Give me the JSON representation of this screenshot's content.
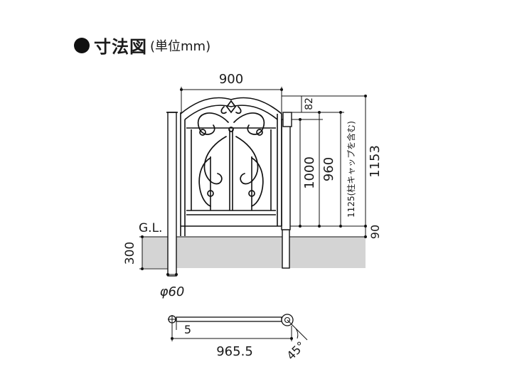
{
  "title": {
    "main": "寸法図",
    "unit_note": "(単位mm)"
  },
  "dimensions": {
    "width": "900",
    "height_top_gap": "82",
    "height_1000": "1000",
    "height_960": "960",
    "height_post_with_cap": "1125(柱キャップを含む)",
    "height_total": "1153",
    "height_bottom_gap": "90",
    "ground_label": "G.L.",
    "embed_depth": "300",
    "post_diameter": "φ60",
    "plan_offset": "5",
    "plan_length": "965.5",
    "plan_angle": "45°"
  },
  "colors": {
    "ground": "#d4d4d4",
    "line": "#111111"
  }
}
